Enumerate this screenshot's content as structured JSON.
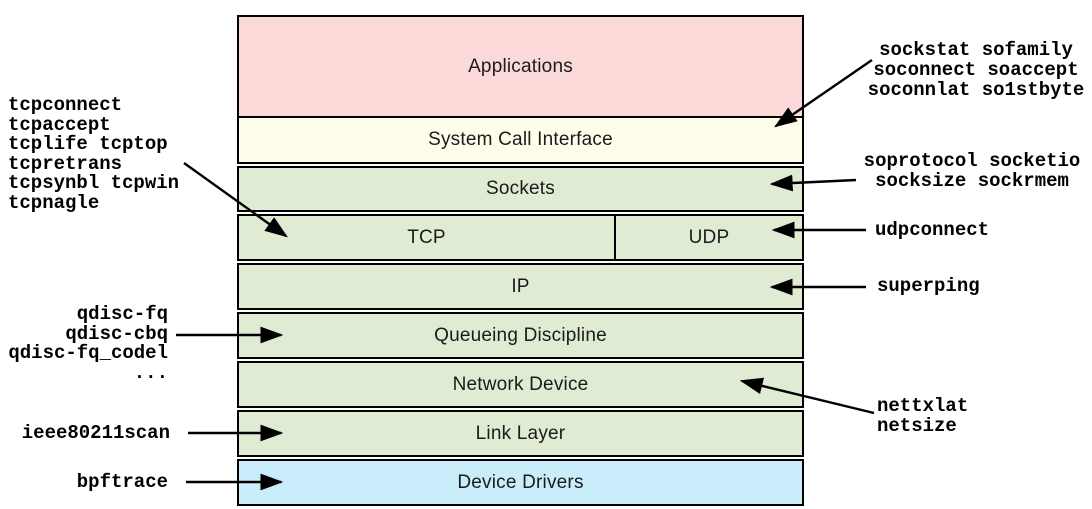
{
  "layers": {
    "applications": {
      "label": "Applications",
      "bg": "#fbd9d9"
    },
    "syscall_interface": {
      "label": "System Call Interface",
      "bg": "#fdfde9"
    },
    "sockets": {
      "label": "Sockets",
      "bg": "#dfebd3"
    },
    "tcp": {
      "label": "TCP",
      "bg": "#dfebd3"
    },
    "udp": {
      "label": "UDP",
      "bg": "#dfebd3"
    },
    "ip": {
      "label": "IP",
      "bg": "#dfebd3"
    },
    "queueing_discipline": {
      "label": "Queueing Discipline",
      "bg": "#dfebd3"
    },
    "network_device": {
      "label": "Network Device",
      "bg": "#dfebd3"
    },
    "link_layer": {
      "label": "Link Layer",
      "bg": "#dfebd3"
    },
    "device_drivers": {
      "label": "Device Drivers",
      "bg": "#c9edfb"
    }
  },
  "tools": {
    "tcp_block": [
      "tcpconnect",
      "tcpaccept",
      "tcplife tcptop",
      "tcpretrans",
      "tcpsynbl tcpwin",
      "tcpnagle"
    ],
    "qdisc_block": [
      "qdisc-fq",
      "qdisc-cbq",
      "qdisc-fq_codel",
      "..."
    ],
    "ieee80211scan": "ieee80211scan",
    "bpftrace": "bpftrace",
    "syscall_block": [
      "sockstat sofamily",
      "soconnect soaccept",
      "soconnlat so1stbyte"
    ],
    "socket_block": [
      "soprotocol socketio",
      "socksize sockrmem"
    ],
    "udpconnect": "udpconnect",
    "superping": "superping",
    "net_block": [
      "nettxlat",
      "netsize"
    ]
  },
  "colors": {
    "background": "#ffffff",
    "border": "#000000",
    "arrow": "#000000",
    "layer_label_text": "#1b1b1b",
    "tool_label_text": "#000000",
    "applications_bg": "#fbd9d9",
    "syscall_bg": "#fdfde9",
    "stack_bg": "#dfebd3",
    "drivers_bg": "#c9edfb"
  }
}
